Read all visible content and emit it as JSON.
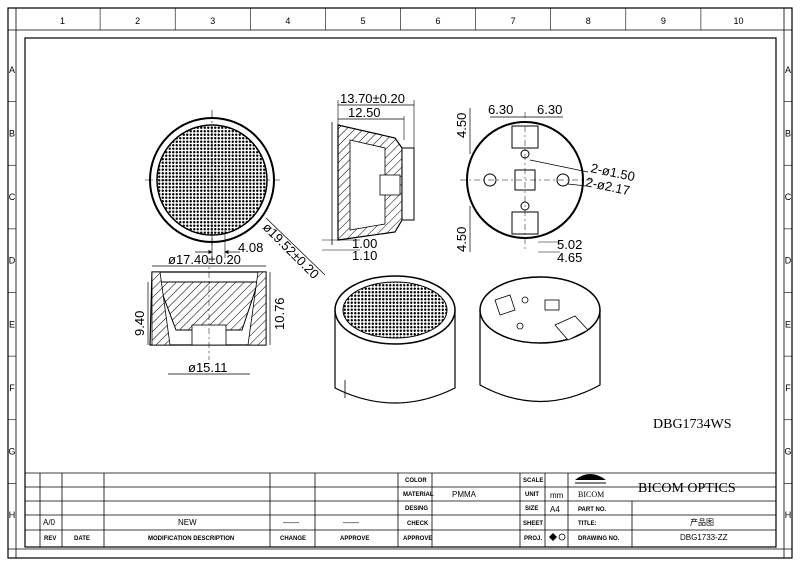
{
  "grid": {
    "columns": [
      "1",
      "2",
      "3",
      "4",
      "5",
      "6",
      "7",
      "8",
      "9",
      "10"
    ],
    "rows": [
      "A",
      "B",
      "C",
      "D",
      "E",
      "F",
      "G",
      "H"
    ]
  },
  "dimensions": {
    "front_inner": "4.08",
    "front_outer": "ø19.52±0.20",
    "side_width": "13.70±0.20",
    "side_inner": "12.50",
    "side_t1": "1.00",
    "side_t2": "1.10",
    "section_top": "ø17.40±0.20",
    "section_left": "9.40",
    "section_right": "10.76",
    "section_bottom": "ø15.11",
    "back_left": "6.30",
    "back_right": "6.30",
    "back_top": "4.50",
    "back_bottom": "4.50",
    "hole1": "2-ø1.50",
    "hole2": "2-ø2.17",
    "back_d1": "5.02",
    "back_d2": "4.65"
  },
  "part_label": "DBG1734WS",
  "title_block": {
    "color_label": "COLOR",
    "material_label": "MATERIAL",
    "material_value": "PMMA",
    "desing_label": "DESING",
    "check_label": "CHECK",
    "approve_label": "APPROVE",
    "scale_label": "SCALE",
    "unit_label": "UNIT",
    "unit_value": "mm",
    "size_label": "SIZE",
    "size_value": "A4",
    "sheet_label": "SHEET",
    "proj_label": "PROJ.",
    "logo_text": "BICOM",
    "company": "BICOM OPTICS",
    "part_no_label": "PART NO.",
    "title_label": "TITLE:",
    "title_value": "产品图",
    "drawing_no_label": "DRAWING NO.",
    "drawing_no_value": "DBG1733-ZZ",
    "rev_label": "REV",
    "date_label": "DATE",
    "mod_label": "MODIFICATION DESCRIPTION",
    "change_label": "CHANGE",
    "approve2_label": "APPROVE",
    "rev_value": "A/0",
    "mod_value": "NEW",
    "change_value": "——",
    "approve_value": "——"
  }
}
